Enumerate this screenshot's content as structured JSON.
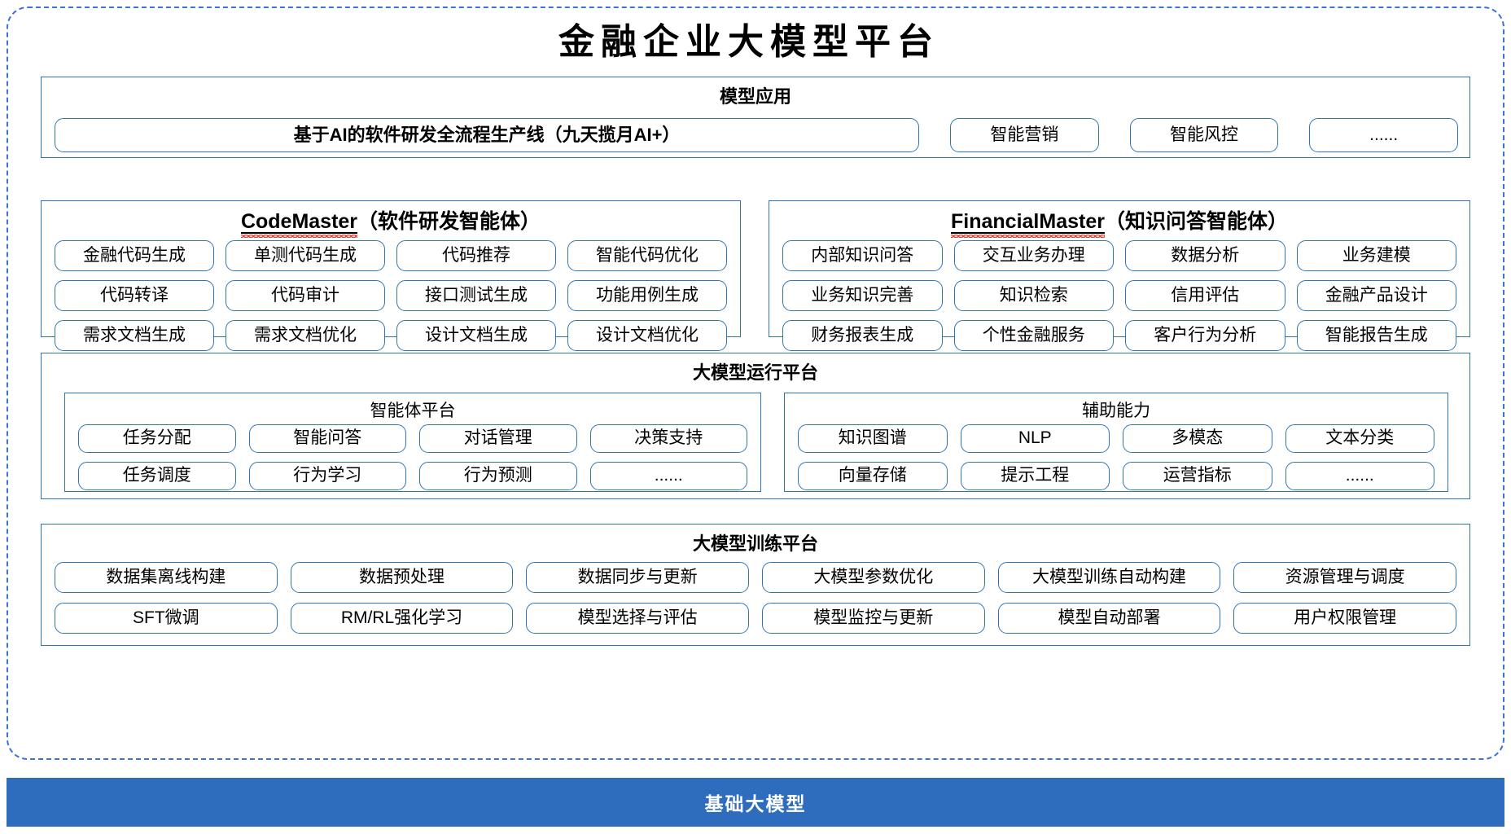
{
  "page": {
    "title": "金融企业大模型平台"
  },
  "model_application": {
    "section_title": "模型应用",
    "items": [
      {
        "label": "基于AI的软件研发全流程生产线（九天揽月AI+）",
        "emphasis": true
      },
      {
        "label": "智能营销",
        "emphasis": false
      },
      {
        "label": "智能风控",
        "emphasis": false
      },
      {
        "label": "......",
        "emphasis": false
      }
    ]
  },
  "agents": [
    {
      "name": "CodeMaster",
      "suffix": "（软件研发智能体）",
      "spellcheck_underline": true,
      "items": [
        "金融代码生成",
        "单测代码生成",
        "代码推荐",
        "智能代码优化",
        "代码转译",
        "代码审计",
        "接口测试生成",
        "功能用例生成",
        "需求文档生成",
        "需求文档优化",
        "设计文档生成",
        "设计文档优化"
      ]
    },
    {
      "name": "FinancialMaster",
      "suffix": "（知识问答智能体）",
      "spellcheck_underline": true,
      "items": [
        "内部知识问答",
        "交互业务办理",
        "数据分析",
        "业务建模",
        "业务知识完善",
        "知识检索",
        "信用评估",
        "金融产品设计",
        "财务报表生成",
        "个性金融服务",
        "客户行为分析",
        "智能报告生成"
      ]
    }
  ],
  "runtime_platform": {
    "section_title": "大模型运行平台",
    "groups": [
      {
        "title": "智能体平台",
        "items": [
          "任务分配",
          "智能问答",
          "对话管理",
          "决策支持",
          "任务调度",
          "行为学习",
          "行为预测",
          "......"
        ]
      },
      {
        "title": "辅助能力",
        "items": [
          "知识图谱",
          "NLP",
          "多模态",
          "文本分类",
          "向量存储",
          "提示工程",
          "运营指标",
          "......"
        ]
      }
    ]
  },
  "training_platform": {
    "section_title": "大模型训练平台",
    "items": [
      "数据集离线构建",
      "数据预处理",
      "数据同步与更新",
      "大模型参数优化",
      "大模型训练自动构建",
      "资源管理与调度",
      "SFT微调",
      "RM/RL强化学习",
      "模型选择与评估",
      "模型监控与更新",
      "模型自动部署",
      "用户权限管理"
    ]
  },
  "base_bar": {
    "label": "基础大模型"
  },
  "colors": {
    "box_border": "#2e75b6",
    "frame_dashed": "#3f6fdc",
    "base_bar_bg": "#2e6cbe",
    "spellcheck_red": "#e03a2f",
    "text": "#000000"
  }
}
